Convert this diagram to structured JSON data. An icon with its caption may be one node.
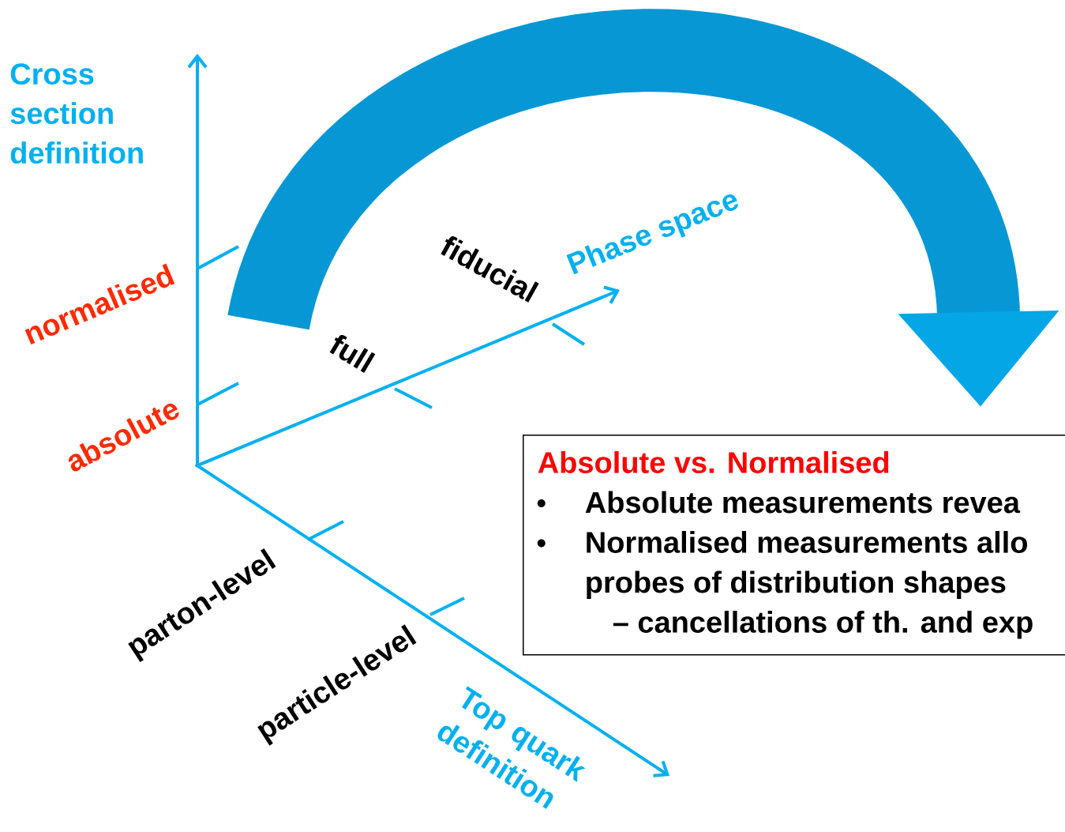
{
  "diagram": {
    "nodes": [
      {
        "text": [
          "Absolute vs. Normalised",
          "Absolute measurements revea",
          "Normalised measurements allo probes of distribution shapes",
          "– cancellations of th. and exp"
        ]
      }
    ],
    "labels": [
      "Cross section definition",
      "normalised",
      "absolute",
      "fiducial",
      "Phase space",
      "full",
      "parton-level",
      "particle-level",
      "Top quark definition"
    ]
  }
}
